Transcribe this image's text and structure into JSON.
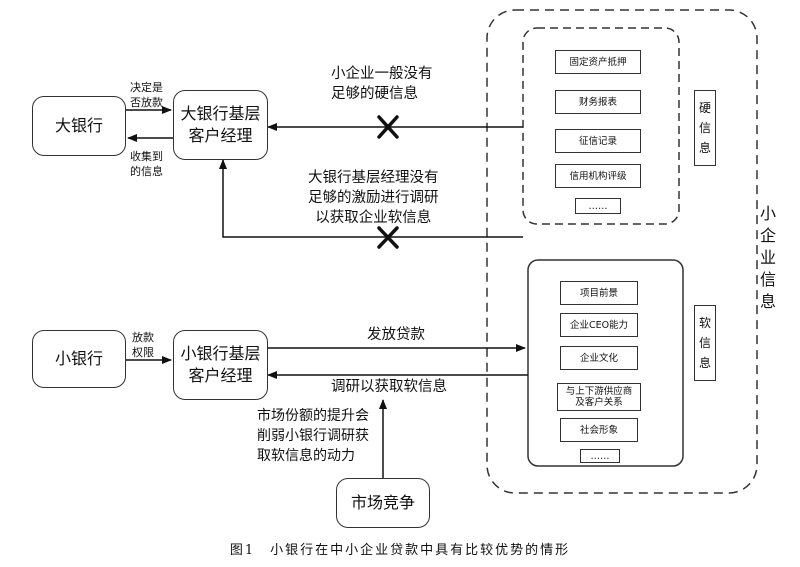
{
  "nodes": {
    "big_bank": "大银行",
    "big_bank_manager": "大银行基层\n客户经理",
    "small_bank": "小银行",
    "small_bank_manager": "小银行基层\n客户经理",
    "market_competition": "市场竞争"
  },
  "hard_info": {
    "side_label": "硬\n信\n息",
    "items": [
      "固定资产抵押",
      "财务报表",
      "征信记录",
      "信用机构评级",
      "……"
    ]
  },
  "soft_info": {
    "side_label": "软\n信\n息",
    "items": [
      "项目前景",
      "企业CEO能力",
      "企业文化",
      "与上下游供应商\n及客户关系",
      "社会形象",
      "……"
    ]
  },
  "sme_info_label": "小\n企\n业\n信\n息",
  "edge_labels": {
    "decide_loan": "决定是\n否放款",
    "collected_info": "收集到\n的信息",
    "no_hard_info": "小企业一般没有\n足够的硬信息",
    "no_incentive": "大银行基层经理没有\n足够的激励进行调研\n以获取企业软信息",
    "loan_authority": "放款\n权限",
    "issue_loan": "发放贷款",
    "research_soft": "调研以获取软信息",
    "market_share": "市场份额的提升会\n削弱小银行调研获\n取软信息的动力"
  },
  "caption": "图1　小银行在中小企业贷款中具有比较优势的情形"
}
